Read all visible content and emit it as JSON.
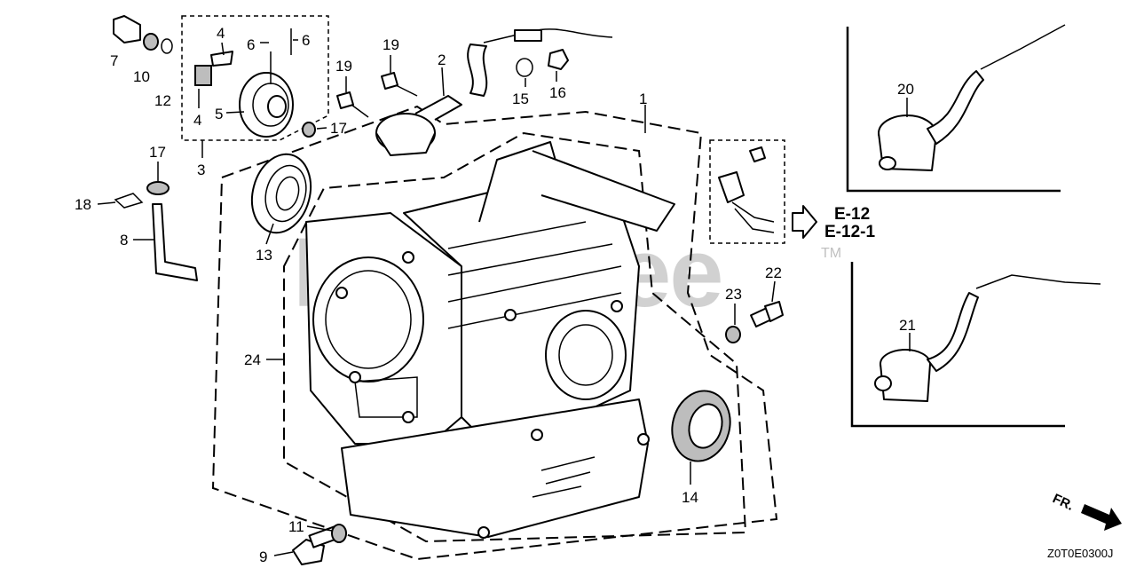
{
  "diagram": {
    "callouts": [
      "1",
      "2",
      "3",
      "4",
      "4",
      "5",
      "6",
      "6",
      "7",
      "8",
      "9",
      "10",
      "11",
      "12",
      "13",
      "14",
      "15",
      "16",
      "17",
      "17",
      "18",
      "19",
      "19",
      "20",
      "21",
      "22",
      "23",
      "24"
    ],
    "section_refs": [
      "E-12",
      "E-12-1"
    ],
    "watermark": "PartsTree",
    "trademark": "TM",
    "direction_label": "FR.",
    "diagram_code": "Z0T0E0300J"
  }
}
